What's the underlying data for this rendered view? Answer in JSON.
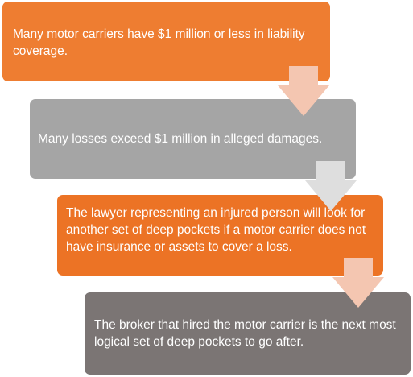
{
  "steps": [
    {
      "text": "Many motor carriers have $1 million or less in liability coverage.",
      "color": "#ee7d31"
    },
    {
      "text": "Many losses exceed $1 million in alleged damages.",
      "color": "#a5a5a5"
    },
    {
      "text": "The lawyer representing an injured person will look for another set of deep pockets if a motor carrier does not have insurance or assets to cover a loss.",
      "color": "#ec7325"
    },
    {
      "text": "The broker that hired the motor carrier is the next most logical set of deep pockets to go after.",
      "color": "#7b7574"
    }
  ],
  "arrows": [
    {
      "from": 1,
      "to": 2,
      "color": "#f4c6b1"
    },
    {
      "from": 2,
      "to": 3,
      "color": "#dedede"
    },
    {
      "from": 3,
      "to": 4,
      "color": "#f4c6b1"
    }
  ]
}
